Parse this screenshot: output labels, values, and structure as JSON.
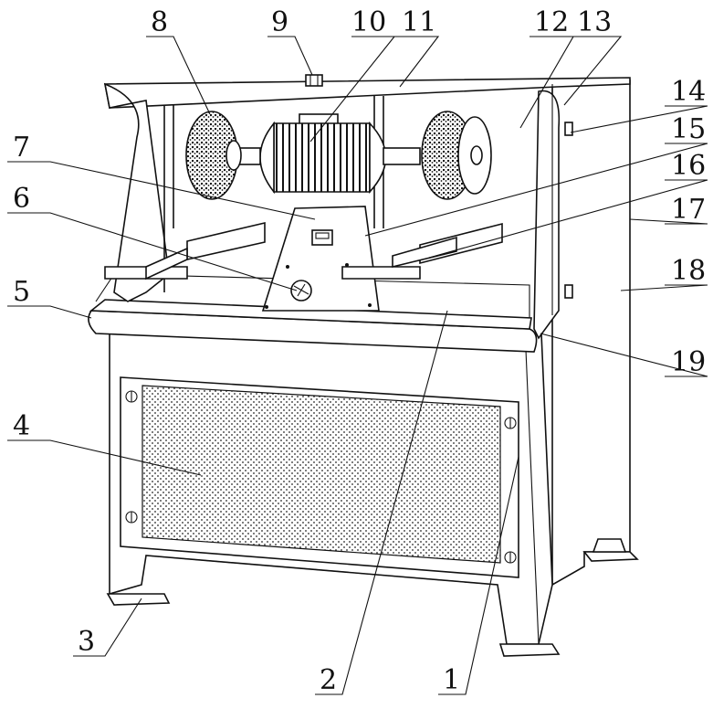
{
  "diagram": {
    "labels": [
      {
        "id": "1",
        "text": "1"
      },
      {
        "id": "2",
        "text": "2"
      },
      {
        "id": "3",
        "text": "3"
      },
      {
        "id": "4",
        "text": "4"
      },
      {
        "id": "5",
        "text": "5"
      },
      {
        "id": "6",
        "text": "6"
      },
      {
        "id": "7",
        "text": "7"
      },
      {
        "id": "8",
        "text": "8"
      },
      {
        "id": "9",
        "text": "9"
      },
      {
        "id": "10",
        "text": "10"
      },
      {
        "id": "11",
        "text": "11"
      },
      {
        "id": "12",
        "text": "12"
      },
      {
        "id": "13",
        "text": "13"
      },
      {
        "id": "14",
        "text": "14"
      },
      {
        "id": "15",
        "text": "15"
      },
      {
        "id": "16",
        "text": "16"
      },
      {
        "id": "17",
        "text": "17"
      },
      {
        "id": "18",
        "text": "18"
      },
      {
        "id": "19",
        "text": "19"
      }
    ]
  }
}
